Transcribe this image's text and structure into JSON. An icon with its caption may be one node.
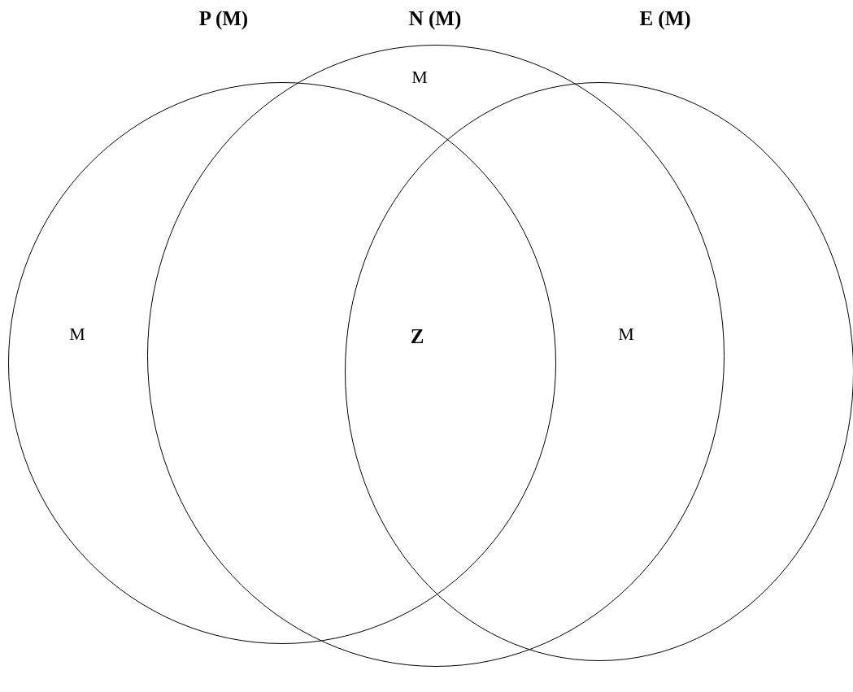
{
  "diagram": {
    "nodes": [
      {
        "text": [
          "P (M)",
          "M"
        ]
      },
      {
        "text": [
          "N (M)",
          "M"
        ]
      },
      {
        "text": [
          "E (M)",
          "M"
        ]
      }
    ],
    "labels": [
      "Z"
    ]
  }
}
